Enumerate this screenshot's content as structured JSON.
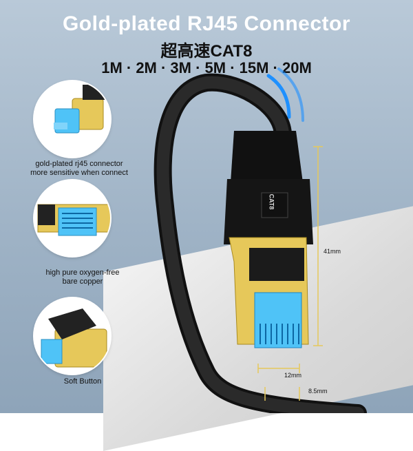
{
  "header": {
    "title": "Gold-plated RJ45  Connector",
    "subtitle": "超高速CAT8",
    "lengths": "1M · 2M · 3M · 5M · 15M · 20M"
  },
  "features": [
    {
      "label": "gold-plated rj45 connector\nmore sensitive when connect"
    },
    {
      "label": "high pure oxygen-free\nbare copper"
    },
    {
      "label": "Soft Button"
    }
  ],
  "product": {
    "plug_text": "CAT8",
    "dimensions": {
      "height": "41mm",
      "width": "12mm",
      "cable": "8.5mm"
    }
  },
  "colors": {
    "gold": "#e6c85a",
    "cable": "#111111",
    "connector_blue": "#4fc3f7"
  }
}
